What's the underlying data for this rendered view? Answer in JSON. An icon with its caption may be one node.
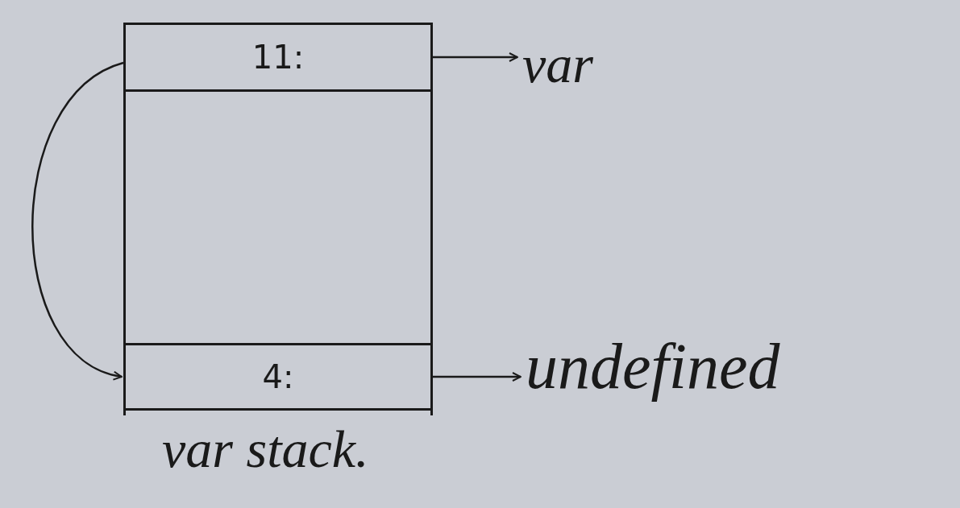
{
  "diagram": {
    "nodes": [
      {
        "text": [],
        "shape": "box",
        "beside": [
          "var stack."
        ]
      },
      {
        "text": [
          "11:"
        ],
        "in": 0
      },
      {
        "text": [
          "4:"
        ],
        "in": 0
      },
      {
        "text": [
          "var"
        ]
      },
      {
        "text": [
          "undefined"
        ]
      }
    ],
    "edges": [
      {
        "from": 1,
        "to": 3,
        "arrow": "to"
      },
      {
        "from": 2,
        "to": 4,
        "arrow": "to"
      },
      {
        "from": 1,
        "to": 2,
        "arrow": "to"
      }
    ]
  }
}
